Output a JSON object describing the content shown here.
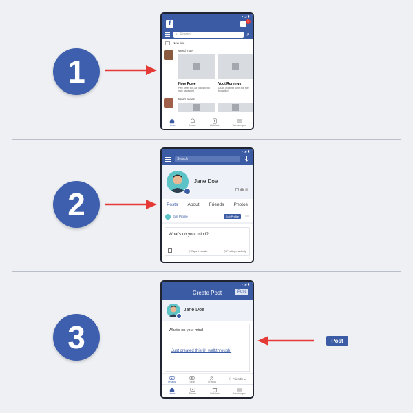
{
  "steps": [
    "1",
    "2",
    "3"
  ],
  "colors": {
    "brand": "#3b5ba5",
    "step_circle": "#3d5fae",
    "arrow": "#e53935",
    "notification": "#e53935"
  },
  "phone1": {
    "logo": "f",
    "notification_count": "1",
    "search_placeholder": "Search",
    "new_label": "New tine",
    "section1_title": "Word moet",
    "post1_title": "Nory Fowe",
    "post1_text": "Pew amer bos ad rodud kedh mae aseasued",
    "post2_title": "Voot Rorenws",
    "post2_text": "Dtusn aroamet dunh adr mar bouadied",
    "section2_title": "Word snoes",
    "nav": [
      "Home",
      "Locas",
      "Watches",
      "Messenges"
    ]
  },
  "phone2": {
    "search_placeholder": "Search",
    "name": "Jane Doe",
    "tabs": [
      "Posts",
      "About",
      "Friends",
      "Photos"
    ],
    "edit_profile_link": "Edit Profile",
    "edit_profile_button": "Edit Profile",
    "more": "⋯",
    "composer_prompt": "What's on your mind?",
    "action1": "Tags freunsie",
    "action2": "Feeling / activity"
  },
  "phone3": {
    "header_title": "Create Post",
    "post_button": "Post",
    "name": "Jane Doe",
    "input_placeholder": "What's on your mind",
    "typed_text": "Just created this UI walkthrough!",
    "tools": [
      "Photos",
      "Things",
      "Friends"
    ],
    "audience": "Friends",
    "nav": [
      "Home",
      "Places",
      "Watches",
      "Messenges"
    ]
  },
  "side_post_button": "Post"
}
